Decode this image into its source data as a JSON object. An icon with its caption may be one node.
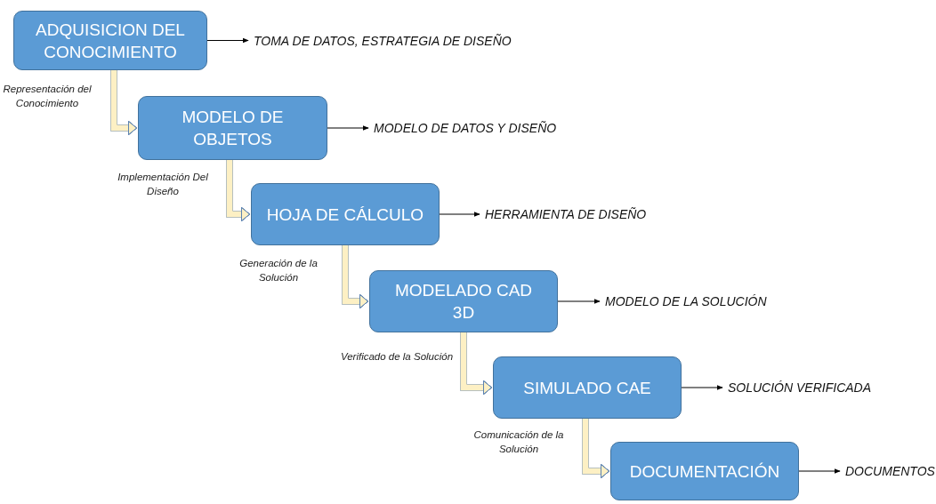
{
  "diagram": {
    "nodes": [
      {
        "text": [
          "ADQUISICION DEL CONOCIMIENTO"
        ]
      },
      {
        "text": [
          "TOMA DE DATOS, ESTRATEGIA DE DISEÑO"
        ]
      },
      {
        "text": [
          "MODELO DE OBJETOS"
        ]
      },
      {
        "text": [
          "MODELO DE DATOS Y DISEÑO"
        ]
      },
      {
        "text": [
          "HOJA DE CÁLCULO"
        ]
      },
      {
        "text": [
          "HERRAMIENTA DE DISEÑO"
        ]
      },
      {
        "text": [
          "MODELADO CAD 3D"
        ]
      },
      {
        "text": [
          "MODELO DE LA SOLUCIÓN"
        ]
      },
      {
        "text": [
          "SIMULADO CAE"
        ]
      },
      {
        "text": [
          "SOLUCIÓN VERIFICADA"
        ]
      },
      {
        "text": [
          "DOCUMENTACIÓN"
        ]
      },
      {
        "text": [
          "DOCUMENTOS"
        ]
      }
    ],
    "edges": [
      {
        "from": 0,
        "to": 1,
        "arrow": "to"
      },
      {
        "from": 0,
        "to": 2,
        "arrow": "to",
        "label": "Representación del Conocimiento",
        "style": "thick",
        "color": "#fdf0c4"
      },
      {
        "from": 2,
        "to": 3,
        "arrow": "to"
      },
      {
        "from": 2,
        "to": 4,
        "arrow": "to",
        "label": "Implementación Del Diseño",
        "style": "thick",
        "color": "#fdf0c4"
      },
      {
        "from": 4,
        "to": 5,
        "arrow": "to"
      },
      {
        "from": 4,
        "to": 6,
        "arrow": "to",
        "label": "Generación de la Solución",
        "style": "thick",
        "color": "#fdf0c4"
      },
      {
        "from": 6,
        "to": 7,
        "arrow": "to"
      },
      {
        "from": 6,
        "to": 8,
        "arrow": "to",
        "label": "Verificado de la Solución",
        "style": "thick",
        "color": "#fdf0c4"
      },
      {
        "from": 8,
        "to": 9,
        "arrow": "to"
      },
      {
        "from": 8,
        "to": 10,
        "arrow": "to",
        "label": "Comunicación de la Solución",
        "style": "thick",
        "color": "#fdf0c4"
      },
      {
        "from": 10,
        "to": 11,
        "arrow": "to"
      }
    ]
  }
}
